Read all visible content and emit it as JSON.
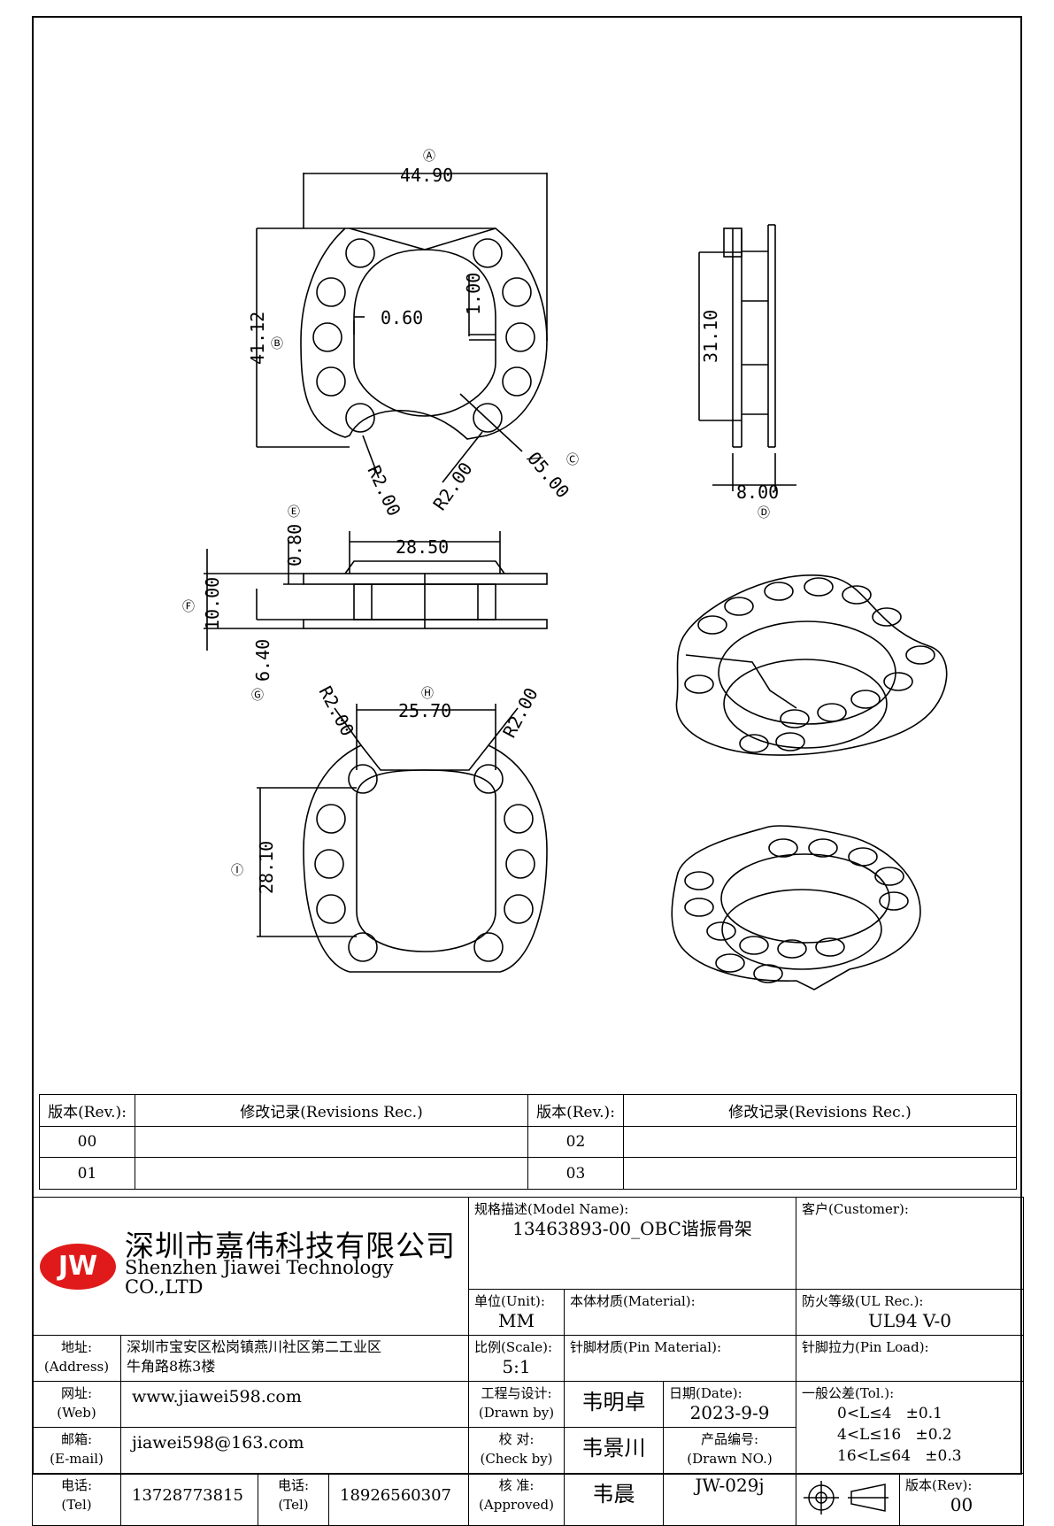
{
  "dims": {
    "A": "Ⓐ",
    "B": "Ⓑ",
    "C": "Ⓒ",
    "D": "Ⓓ",
    "E": "Ⓔ",
    "F": "Ⓕ",
    "G": "Ⓖ",
    "H": "Ⓗ",
    "I": "Ⓘ",
    "a_value": "44.90",
    "b_value": "41.12",
    "gap": "0.60",
    "slot": "1.00",
    "r1": "R2.00",
    "r2": "R2.00",
    "phi": "Ø5.00",
    "side_height": "31.10",
    "d_value": "8.00",
    "e_value": "0.80",
    "top_width": "28.50",
    "f_value": "10.00",
    "g_value": "6.40",
    "h_value": "25.70",
    "r3": "R2.00",
    "r4": "R2.00",
    "i_value": "28.10"
  },
  "revisions": {
    "rev_header": "版本(Rev.):",
    "rec_header": "修改记录(Revisions Rec.)",
    "rows": [
      [
        "00",
        "",
        "02",
        ""
      ],
      [
        "01",
        "",
        "03",
        ""
      ]
    ]
  },
  "title_block": {
    "company_cn": "深圳市嘉伟科技有限公司",
    "company_en": "Shenzhen Jiawei Technology CO.,LTD",
    "logo": "JW",
    "model_label": "规格描述(Model Name):",
    "model_value": "13463893-00_OBC谐振骨架",
    "customer_label": "客户(Customer):",
    "unit_label": "单位(Unit):",
    "unit_value": "MM",
    "material_label": "本体材质(Material):",
    "ul_label": "防火等级(UL Rec.):",
    "ul_value": "UL94 V-0",
    "address_label": "地址:",
    "address_label_en": "(Address)",
    "address_line1": "深圳市宝安区松岗镇燕川社区第二工业区",
    "address_line2": "牛角路8栋3楼",
    "scale_label": "比例(Scale):",
    "scale_value": "5:1",
    "pin_material_label": "针脚材质(Pin Material):",
    "pin_load_label": "针脚拉力(Pin Load):",
    "web_label": "网址:",
    "web_label_en": "(Web)",
    "web_value": "www.jiawei598.com",
    "drawn_label": "工程与设计:",
    "drawn_label_en": "(Drawn by)",
    "drawn_value": "韦明卓",
    "date_label": "日期(Date):",
    "date_value": "2023-9-9",
    "tol_label": "一般公差(Tol.):",
    "tol_rows": [
      [
        "0<L≤4",
        "±0.1"
      ],
      [
        "4<L≤16",
        "±0.2"
      ],
      [
        "16<L≤64",
        "±0.3"
      ]
    ],
    "email_label": "邮箱:",
    "email_label_en": "(E-mail)",
    "email_value": "jiawei598@163.com",
    "check_label": "校  对:",
    "check_label_en": "(Check by)",
    "check_value": "韦景川",
    "drawn_no_label": "产品编号:",
    "drawn_no_label_en": "(Drawn NO.)",
    "tel_label": "电话:",
    "tel_label_en": "(Tel)",
    "tel1": "13728773815",
    "tel2": "18926560307",
    "approved_label": "核  准:",
    "approved_label_en": "(Approved)",
    "approved_value": "韦晨",
    "drawn_no_value": "JW-029j",
    "rev_label": "版本(Rev):",
    "rev_value": "00"
  }
}
